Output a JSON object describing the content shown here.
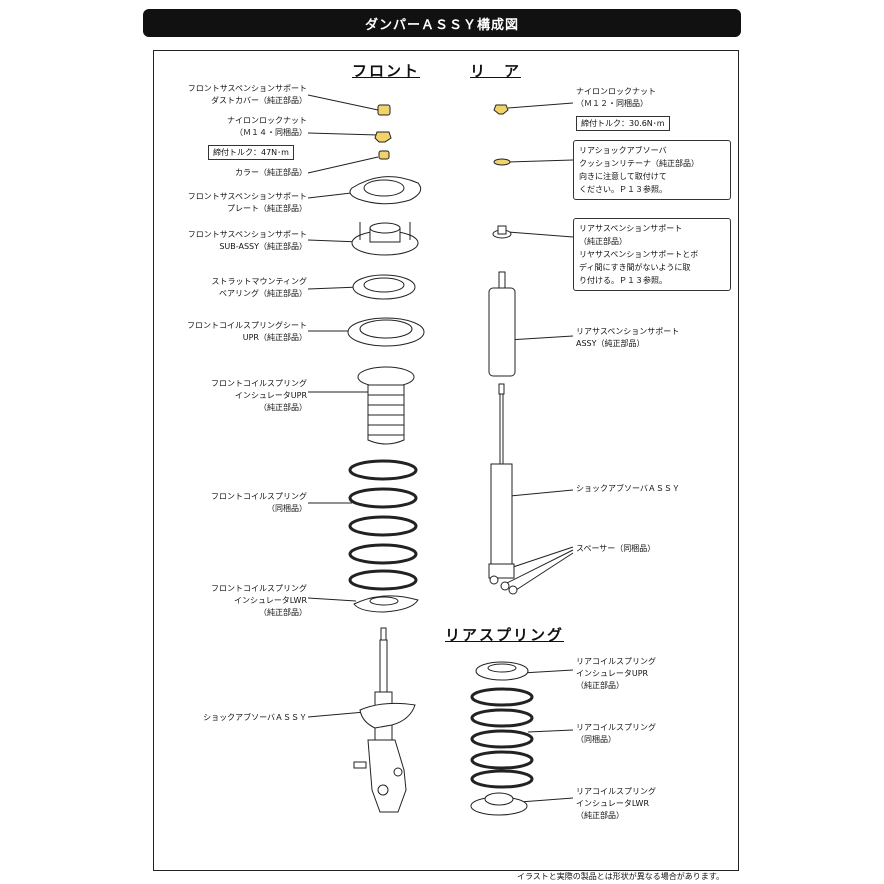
{
  "title": "ダンパーＡＳＳＹ構成図",
  "sections": {
    "front": "フロント",
    "rear": "リ　ア",
    "rear_spring": "リアスプリング"
  },
  "front_labels": {
    "dust_cover": "フロントサスペンションサポート\nダストカバー（純正部品）",
    "lock_nut": "ナイロンロックナット\n（Ｍ１４・同梱品）",
    "torque": "締付トルク：47N･m",
    "collar": "カラー（純正部品）",
    "support_plate": "フロントサスペンションサポート\nプレート（純正部品）",
    "support_sub_assy": "フロントサスペンションサポート\nSUB-ASSY（純正部品）",
    "bearing": "ストラットマウンティング\nベアリング（純正部品）",
    "spring_seat_upr": "フロントコイルスプリングシート\nUPR（純正部品）",
    "insulator_upr": "フロントコイルスプリング\nインシュレータUPR\n（純正部品）",
    "coil_spring": "フロントコイルスプリング\n（同梱品）",
    "insulator_lwr": "フロントコイルスプリング\nインシュレータLWR\n（純正部品）",
    "shock_absorber": "ショックアブソーバＡＳＳＹ"
  },
  "rear_labels": {
    "lock_nut": "ナイロンロックナット\n（Ｍ１２・同梱品）",
    "torque": "締付トルク：30.6N･m",
    "cushion_retainer_note": "リアショックアブソーバ\nクッションリテーナ（純正部品）\n向きに注意して取付けて\nください。Ｐ１３参照。",
    "support_note": "リアサスペンションサポート\n（純正部品）\nリヤサスペンションサポートとボ\nディ間にすき間がないように取\nり付ける。Ｐ１３参照。",
    "support_assy": "リアサスペンションサポート\nASSY（純正部品）",
    "shock_absorber": "ショックアブソーバＡＳＳＹ",
    "spacer": "スペーサー（同梱品）",
    "insulator_upr": "リアコイルスプリング\nインシュレータUPR\n（純正部品）",
    "coil_spring": "リアコイルスプリング\n（同梱品）",
    "insulator_lwr": "リアコイルスプリング\nインシュレータLWR\n（純正部品）"
  },
  "footer": "イラストと実際の製品とは形状が異なる場合があります。"
}
